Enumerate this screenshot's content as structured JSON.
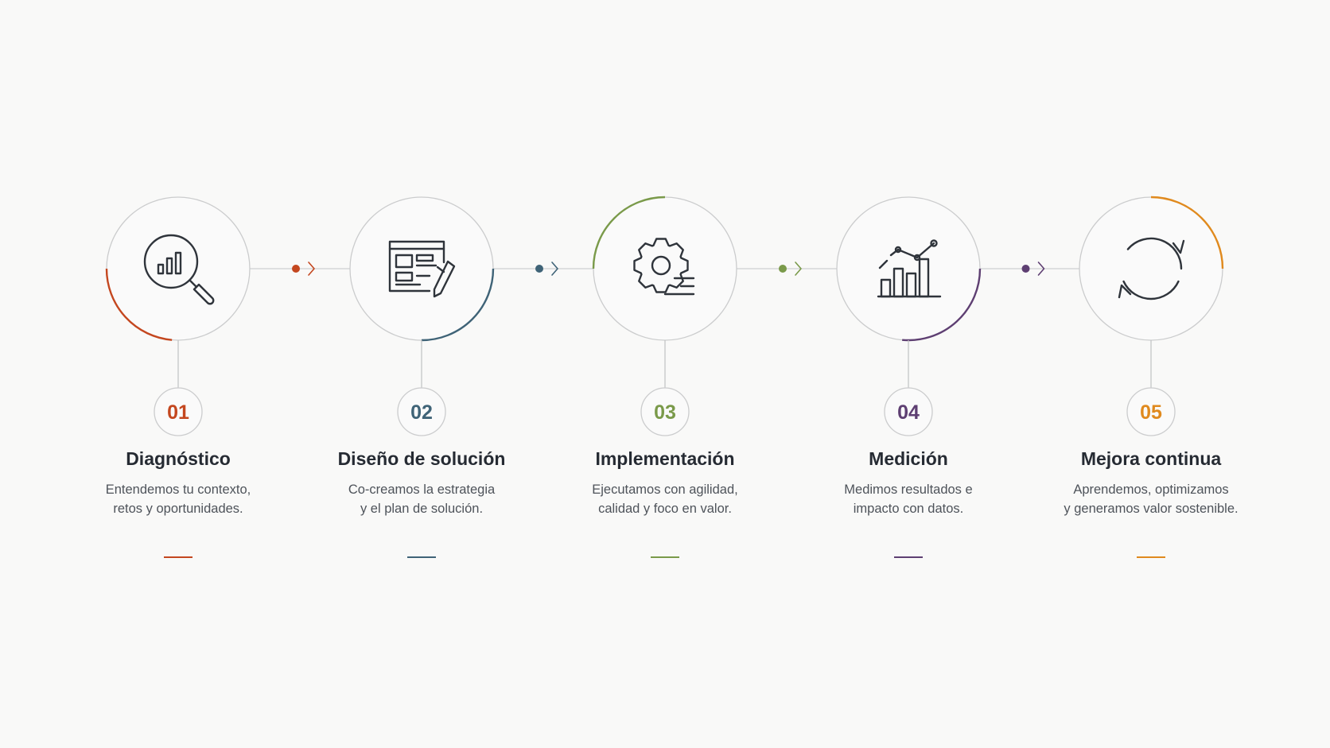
{
  "steps": [
    {
      "number": "01",
      "title": "Diagnóstico",
      "desc_lines": [
        "Entendemos tu contexto,",
        "retos y oportunidades."
      ],
      "color": "#c4471f",
      "icon": "magnifier-chart-icon"
    },
    {
      "number": "02",
      "title": "Diseño de solución",
      "desc_lines": [
        "Co-creamos la estrategia",
        "y el plan de solución."
      ],
      "color": "#3f6377",
      "icon": "blueprint-pencil-icon"
    },
    {
      "number": "03",
      "title": "Implementación",
      "desc_lines": [
        "Ejecutamos con agilidad,",
        "calidad y foco en valor."
      ],
      "color": "#7a9a4a",
      "icon": "gear-icon"
    },
    {
      "number": "04",
      "title": "Medición",
      "desc_lines": [
        "Medimos resultados e",
        "impacto con datos."
      ],
      "color": "#5e3f72",
      "icon": "bar-chart-trend-icon"
    },
    {
      "number": "05",
      "title": "Mejora continua",
      "desc_lines": [
        "Aprendemos, optimizamos",
        "y generamos valor sostenible."
      ],
      "color": "#e08a1e",
      "icon": "cycle-arrows-icon"
    }
  ],
  "connector_colors": [
    "#c4471f",
    "#3f6377",
    "#7a9a4a",
    "#5e3f72"
  ]
}
